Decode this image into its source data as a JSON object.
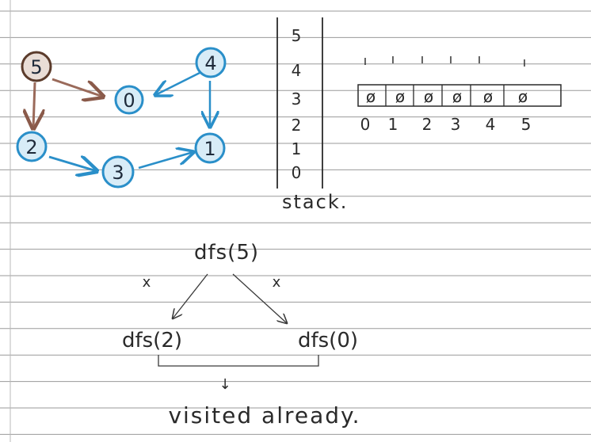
{
  "graph": {
    "nodes": [
      {
        "id": "5",
        "label": "5",
        "color": "#6b4a3a"
      },
      {
        "id": "4",
        "label": "4",
        "color": "#2a8fc9"
      },
      {
        "id": "0",
        "label": "0",
        "color": "#2a8fc9"
      },
      {
        "id": "2",
        "label": "2",
        "color": "#2a8fc9"
      },
      {
        "id": "3",
        "label": "3",
        "color": "#2a8fc9"
      },
      {
        "id": "1",
        "label": "1",
        "color": "#2a8fc9"
      }
    ],
    "edges": [
      {
        "from": "5",
        "to": "0",
        "color": "#8a5a4a"
      },
      {
        "from": "5",
        "to": "2",
        "color": "#8a5a4a"
      },
      {
        "from": "4",
        "to": "0",
        "color": "#2a8fc9"
      },
      {
        "from": "4",
        "to": "1",
        "color": "#2a8fc9"
      },
      {
        "from": "2",
        "to": "3",
        "color": "#2a8fc9"
      },
      {
        "from": "3",
        "to": "1",
        "color": "#2a8fc9"
      }
    ]
  },
  "stack": {
    "cells": [
      "5",
      "4",
      "3",
      "2",
      "1",
      "0"
    ],
    "caption": "stack."
  },
  "visited": {
    "marks": [
      "ı",
      "ı",
      "ı",
      "ı",
      "ı",
      "ı"
    ],
    "values": [
      "ø",
      "ø",
      "ø",
      "ø",
      "ø",
      "ø"
    ],
    "indices": [
      "0",
      "1",
      "2",
      "3",
      "4",
      "5"
    ]
  },
  "tree": {
    "root": "dfs(5)",
    "left": "dfs(2)",
    "right": "dfs(0)",
    "left_mark": "x",
    "right_mark": "x",
    "down_arrow": "↓",
    "note": "visited already."
  },
  "colors": {
    "ruled_line": "#9a9a9a",
    "margin_line": "#b0b0b0",
    "ink": "#2a2a2a",
    "blue": "#2a8fc9",
    "brown": "#8a5a4a"
  }
}
